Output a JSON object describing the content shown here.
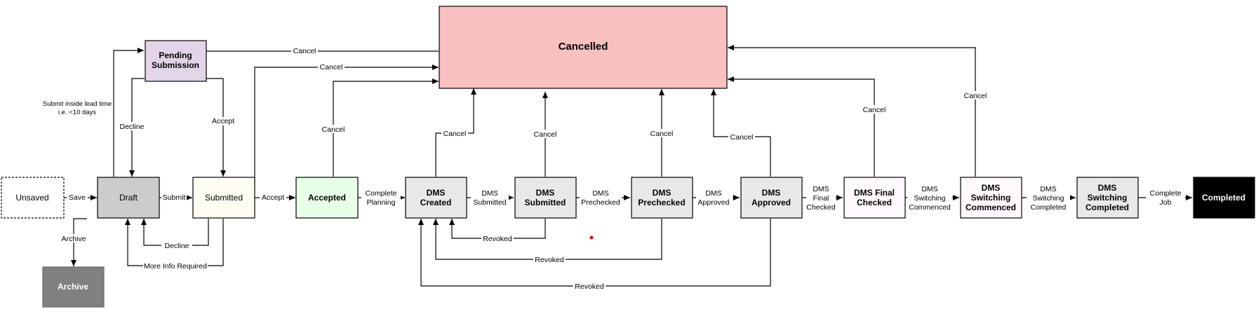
{
  "states": {
    "unsaved": "Unsaved",
    "draft": "Draft",
    "pending_submission": [
      "Pending",
      "Submission"
    ],
    "submitted": "Submitted",
    "accepted": "Accepted",
    "archive": "Archive",
    "cancelled": "Cancelled",
    "dms_created": [
      "DMS",
      "Created"
    ],
    "dms_submitted": [
      "DMS",
      "Submitted"
    ],
    "dms_prechecked": [
      "DMS",
      "Prechecked"
    ],
    "dms_approved": [
      "DMS",
      "Approved"
    ],
    "dms_final_checked": [
      "DMS Final",
      "Checked"
    ],
    "dms_switching_commenced": [
      "DMS",
      "Switching",
      "Commenced"
    ],
    "dms_switching_completed": [
      "DMS",
      "Switching",
      "Completed"
    ],
    "completed": "Completed"
  },
  "transitions": {
    "save": "Save",
    "submit": "Submit",
    "accept": "Accept",
    "archive": "Archive",
    "decline": "Decline",
    "more_info_required": "More Info Required",
    "cancel": "Cancel",
    "submit_inside_lead_time": [
      "Submit inside lead time",
      "i.e. <10 days"
    ],
    "complete_planning": [
      "Complete",
      "Planning"
    ],
    "dms_submitted": [
      "DMS",
      "Submitted"
    ],
    "dms_prechecked": [
      "DMS",
      "Prechecked"
    ],
    "dms_approved": [
      "DMS",
      "Approved"
    ],
    "dms_final_checked": [
      "DMS",
      "Final",
      "Checked"
    ],
    "dms_switching_commenced": [
      "DMS",
      "Switching",
      "Commenced"
    ],
    "dms_switching_completed": [
      "DMS",
      "Switching",
      "Completed"
    ],
    "complete_job": [
      "Complete",
      "Job"
    ],
    "revoked": "Revoked"
  },
  "colors": {
    "draft": "#cccccc",
    "pending": "#e1d5e7",
    "submitted": "#fffdf2",
    "accepted": "#e6ffe6",
    "archive": "#808080",
    "cancelled": "#f8c0c0",
    "dms": "#e8e8e8",
    "dms_light": "#fff8ff",
    "completed": "#000000",
    "dot": "#e00000"
  }
}
